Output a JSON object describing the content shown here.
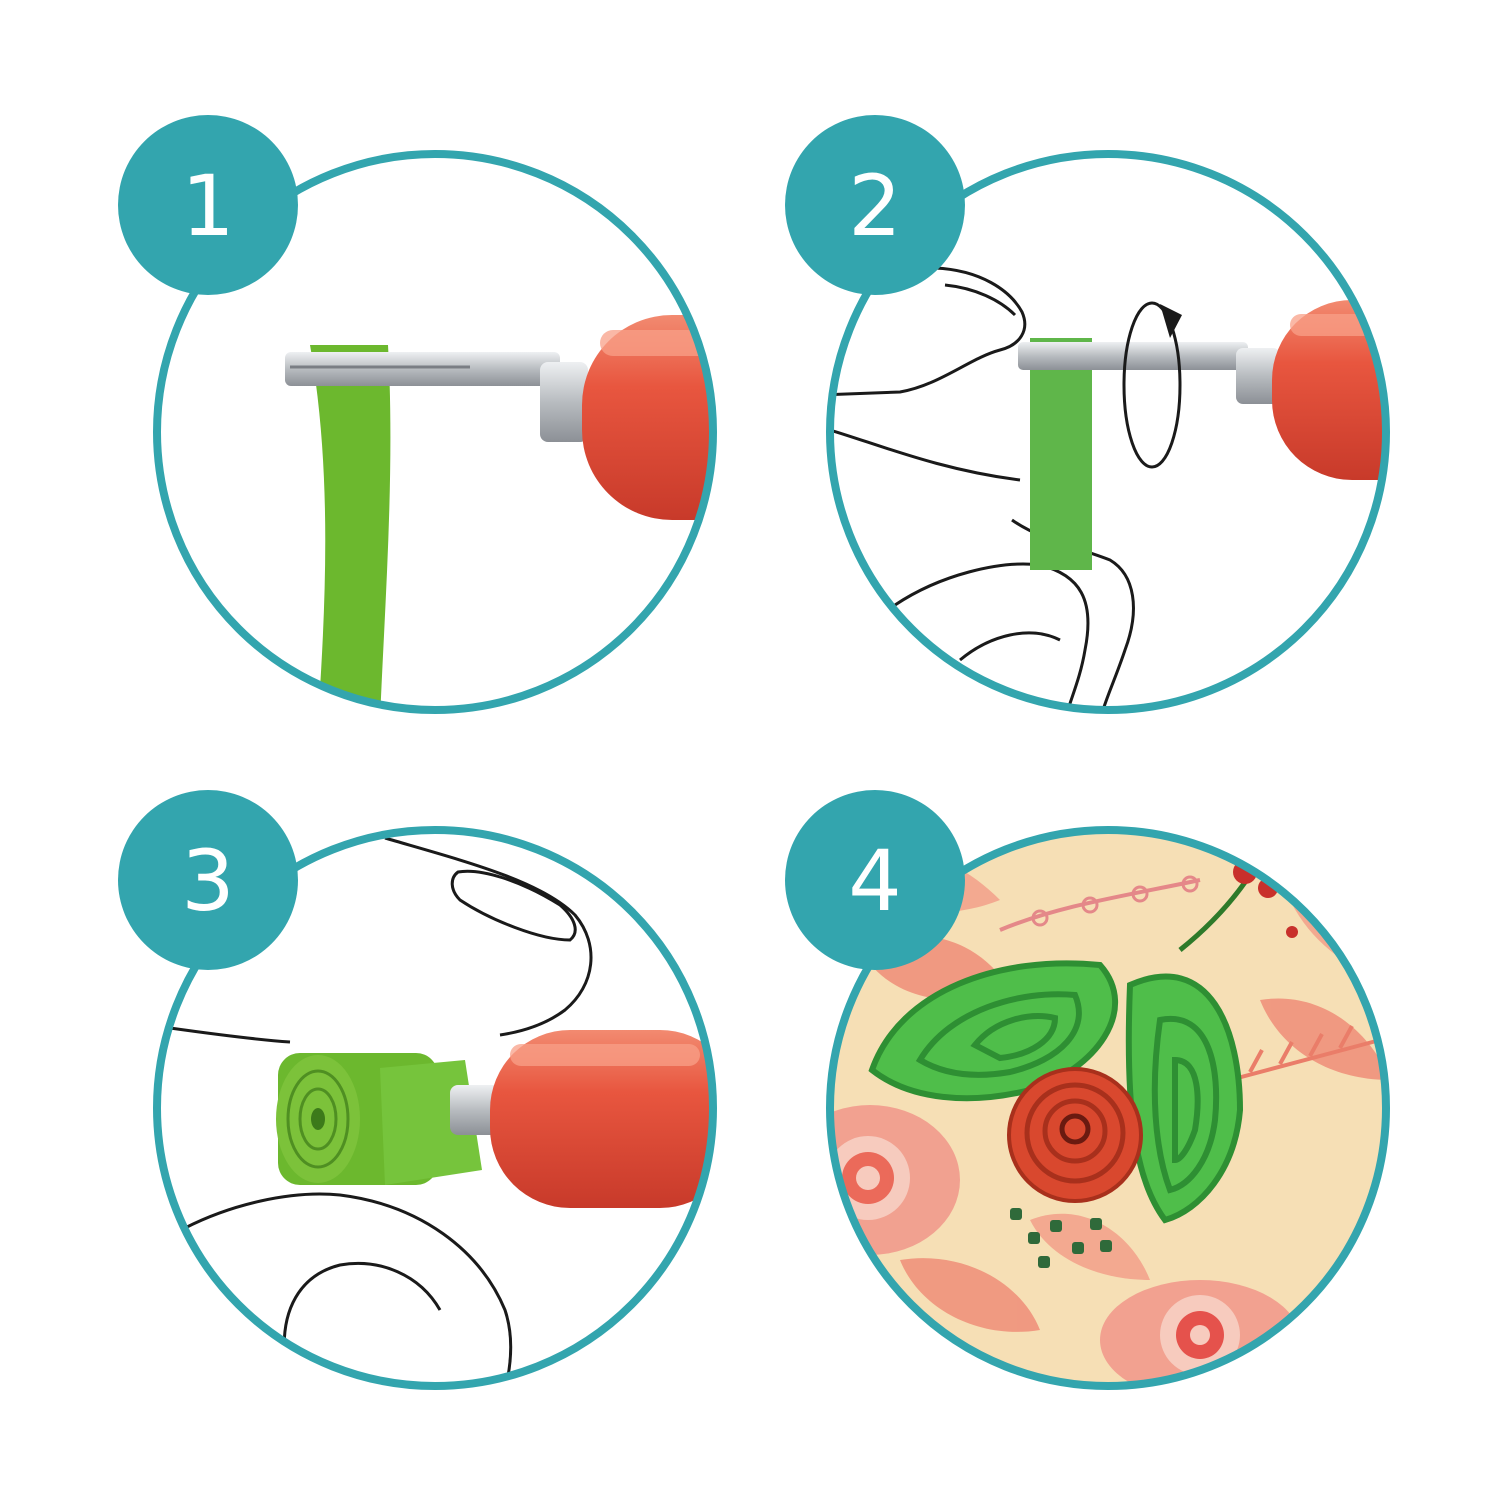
{
  "colors": {
    "teal": "#33a5ae",
    "strip_green": "#6cb82e",
    "strip_green_light": "#5fb64a",
    "tool_red": "#e8563f",
    "tool_red_highlight": "#f8a088",
    "metal": "#c4c8cc",
    "paper_bg": "#f6dfb5",
    "rose_red": "#d9482e",
    "leaf_green": "#3fae45"
  },
  "steps": [
    {
      "number": "1",
      "icon": "paper-strip-slotted-into-quilling-tool"
    },
    {
      "number": "2",
      "icon": "fingers-rolling-strip-around-tool-with-rotation-arrow"
    },
    {
      "number": "3",
      "icon": "rolled-paper-coil-on-tool-held-by-fingers"
    },
    {
      "number": "4",
      "icon": "finished-quilled-flower-and-leaves-on-floral-paper"
    }
  ]
}
